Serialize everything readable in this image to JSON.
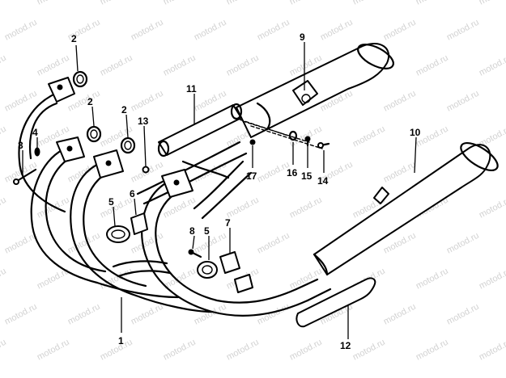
{
  "watermark": "motod.ru",
  "callouts": [
    {
      "id": "callout-1",
      "label": "1"
    },
    {
      "id": "callout-2a",
      "label": "2"
    },
    {
      "id": "callout-2b",
      "label": "2"
    },
    {
      "id": "callout-2c",
      "label": "2"
    },
    {
      "id": "callout-3",
      "label": "3"
    },
    {
      "id": "callout-4",
      "label": "4"
    },
    {
      "id": "callout-5a",
      "label": "5"
    },
    {
      "id": "callout-5b",
      "label": "5"
    },
    {
      "id": "callout-6",
      "label": "6"
    },
    {
      "id": "callout-7",
      "label": "7"
    },
    {
      "id": "callout-8",
      "label": "8"
    },
    {
      "id": "callout-9",
      "label": "9"
    },
    {
      "id": "callout-10",
      "label": "10"
    },
    {
      "id": "callout-11",
      "label": "11"
    },
    {
      "id": "callout-12",
      "label": "12"
    },
    {
      "id": "callout-13",
      "label": "13"
    },
    {
      "id": "callout-14",
      "label": "14"
    },
    {
      "id": "callout-15",
      "label": "15"
    },
    {
      "id": "callout-16",
      "label": "16"
    },
    {
      "id": "callout-17",
      "label": "17"
    }
  ]
}
